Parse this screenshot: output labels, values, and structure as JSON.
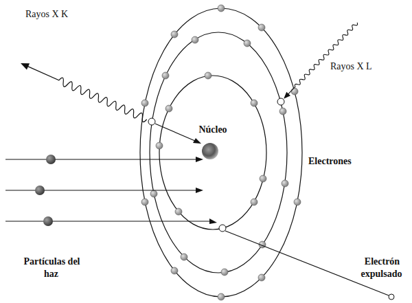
{
  "diagram": {
    "labels": [
      "Rayos X K",
      "Rayos X L",
      "Núcleo",
      "Electrones",
      "Partículas del haz",
      "Electrón expulsado"
    ]
  }
}
